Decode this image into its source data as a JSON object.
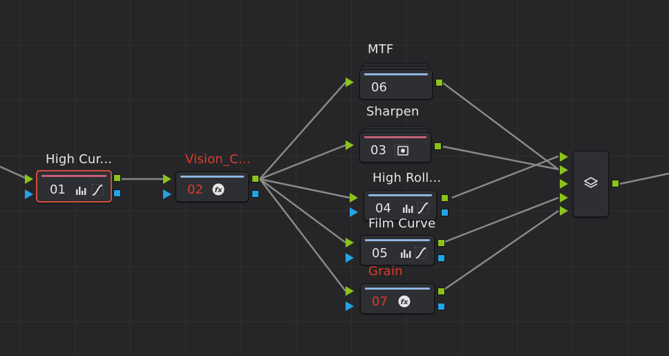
{
  "nodes": {
    "n01": {
      "label": "High Cur...",
      "number": "01"
    },
    "n02": {
      "label": "Vision_C...",
      "number": "02"
    },
    "n06": {
      "label": "MTF",
      "number": "06"
    },
    "n03": {
      "label": "Sharpen",
      "number": "03"
    },
    "n04": {
      "label": "High Roll...",
      "number": "04"
    },
    "n05": {
      "label": "Film Curve",
      "number": "05"
    },
    "n07": {
      "label": "Grain",
      "number": "07"
    }
  },
  "colors": {
    "label_default": "#e6e6e6",
    "label_warning": "#e03a2a",
    "bar_pink": "#c9607a",
    "bar_blue": "#8fb5e0",
    "rgb_port": "#8cc21c",
    "alpha_port": "#24a3e6",
    "connection": "#8a8a8a",
    "selection_outline": "#d2503c"
  },
  "icons": {
    "curves": [
      "levels-icon",
      "curve-icon"
    ],
    "effect": "fx-icon",
    "sharpen": "sharpen-icon",
    "mixer": "layer-stack-icon"
  }
}
